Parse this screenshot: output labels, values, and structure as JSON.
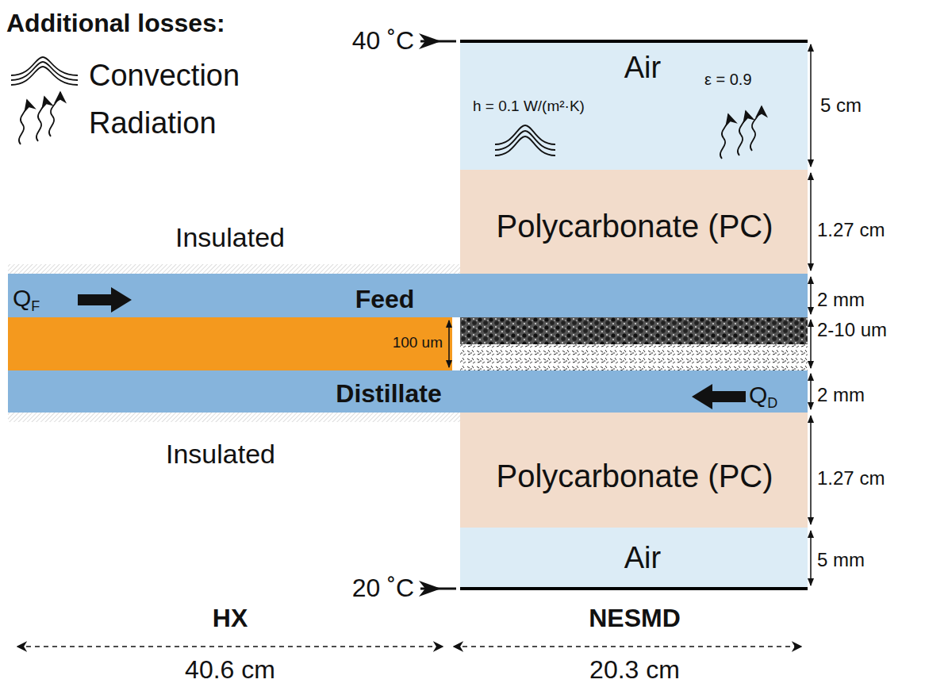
{
  "diagram": {
    "nodes": [
      {
        "text": [
          "Air"
        ]
      },
      {
        "text": [
          "Polycarbonate (PC)"
        ]
      },
      {
        "text": [
          "Feed"
        ]
      },
      {
        "text": [
          "Distillate"
        ]
      },
      {
        "text": [
          "Polycarbonate (PC)"
        ]
      },
      {
        "text": [
          "Air"
        ]
      }
    ],
    "labels": [
      "Additional losses:",
      "40 ˚C",
      "h = 0.1 W/(m²·K)",
      "ε = 0.9",
      "5 cm",
      "1.27 cm",
      "Insulated",
      "QF",
      "2 mm",
      "2-10 um",
      "100 um",
      "QD",
      "2 mm",
      "1.27 cm",
      "Insulated",
      "5 mm",
      "20 ˚C",
      "HX",
      "NESMD",
      "40.6 cm",
      "20.3 cm"
    ],
    "legend": [
      {
        "text": "Convection"
      },
      {
        "text": "Radiation"
      }
    ]
  }
}
